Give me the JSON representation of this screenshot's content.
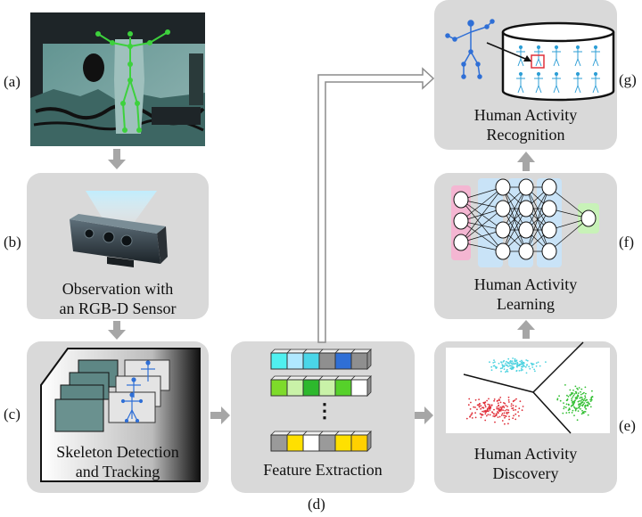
{
  "steps": {
    "a": {
      "label": "(a)"
    },
    "b": {
      "label": "(b)",
      "caption_line1": "Observation with",
      "caption_line2": "an RGB-D Sensor"
    },
    "c": {
      "label": "(c)",
      "caption_line1": "Skeleton Detection",
      "caption_line2": "and Tracking"
    },
    "d": {
      "label": "(d)",
      "caption": "Feature Extraction",
      "ellipsis": "⋮"
    },
    "e": {
      "label": "(e)",
      "caption_line1": "Human Activity",
      "caption_line2": "Discovery"
    },
    "f": {
      "label": "(f)",
      "caption_line1": "Human Activity",
      "caption_line2": "Learning"
    },
    "g": {
      "label": "(g)",
      "caption_line1": "Human Activity",
      "caption_line2": "Recognition"
    }
  },
  "colors": {
    "box": "#d9d9d9",
    "arrow": "#a6a6a6",
    "skeleton_green": "#3dd13d",
    "skeleton_blue": "#2f6fd6",
    "cluster_cyan": "#4fd3e0",
    "cluster_red": "#e0303a",
    "cluster_green": "#35c035",
    "nn_pink": "#f4b6d2",
    "nn_blue": "#c9e3f7",
    "nn_green": "#c8f2b8",
    "feature_row1": [
      "#4ff0f0",
      "#b0e8ff",
      "#4ad6e8",
      "#8f8f8f",
      "#2f6fd6",
      "#8f8f8f"
    ],
    "feature_row2": [
      "#7edb2a",
      "#c9f2a8",
      "#2db82d",
      "#c9f2a8",
      "#56d12a",
      "#ffffff"
    ],
    "feature_row3": [
      "#9a9a9a",
      "#ffe000",
      "#ffffff",
      "#9a9a9a",
      "#ffe000",
      "#ffd000"
    ]
  }
}
